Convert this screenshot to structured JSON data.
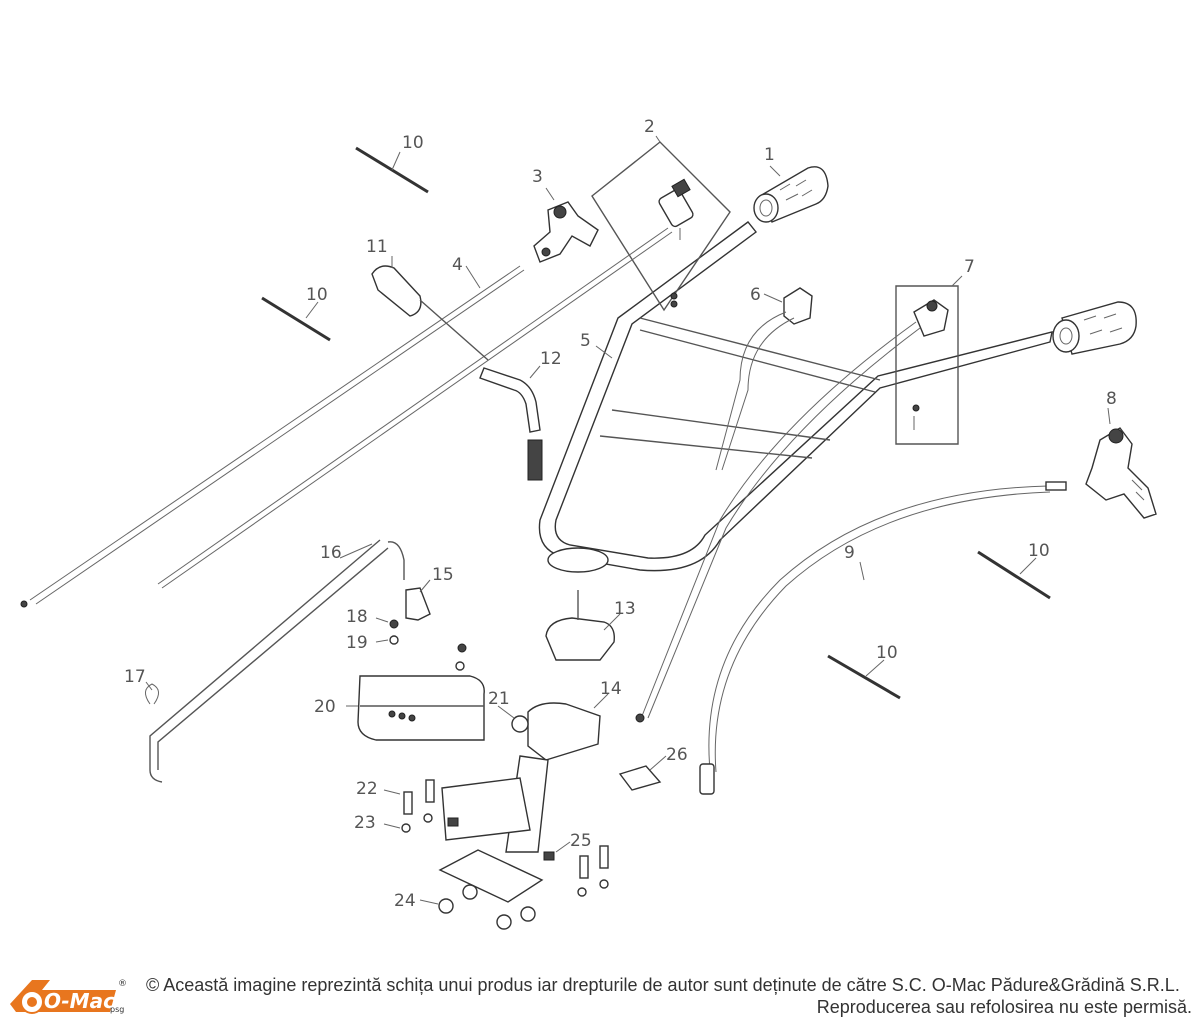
{
  "callouts": [
    "1",
    "2",
    "3",
    "4",
    "5",
    "6",
    "7",
    "8",
    "9",
    "10",
    "10",
    "10",
    "10",
    "11",
    "12",
    "13",
    "14",
    "15",
    "16",
    "17",
    "18",
    "19",
    "20",
    "21",
    "22",
    "23",
    "24",
    "25",
    "26"
  ],
  "logo": {
    "text": "O-Mac",
    "suffix": "psg",
    "reg": "®",
    "color": "#e8761e"
  },
  "footer": {
    "line1": "© Această imagine reprezintă schița unui produs iar drepturile de autor sunt deținute de către S.C. O-Mac Pădure&Grădină S.R.L.",
    "line2": "Reproducerea sau refolosirea nu este permisă."
  }
}
